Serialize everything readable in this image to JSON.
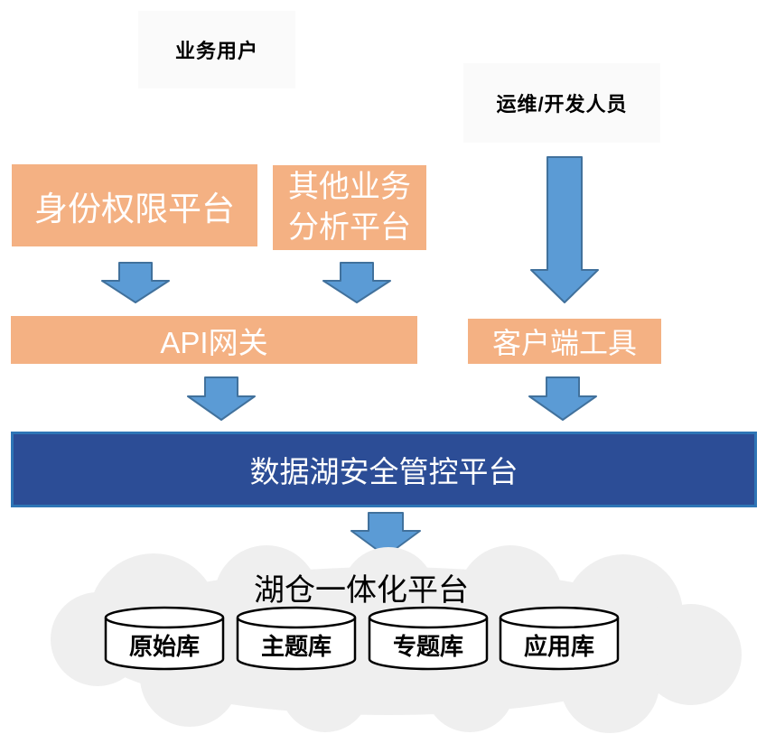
{
  "colors": {
    "orange": "#F4B183",
    "arrow_fill": "#5B9BD5",
    "arrow_stroke": "#41719C",
    "bar_fill": "#2C4D96",
    "bar_border": "#2E75B6",
    "actor_bg": "#FAFAFA",
    "cloud_fill": "#EFEFEF"
  },
  "actors": {
    "business_user": "业务用户",
    "ops_dev": "运维/开发人员"
  },
  "entry_platforms": {
    "identity": "身份权限平台",
    "other_analysis": "其他业务分析平台"
  },
  "access_layer": {
    "api_gateway": "API网关",
    "client_tools": "客户端工具"
  },
  "security_platform": "数据湖安全管控平台",
  "lakehouse": {
    "title": "湖仓一体化平台",
    "databases": [
      "原始库",
      "主题库",
      "专题库",
      "应用库"
    ]
  }
}
